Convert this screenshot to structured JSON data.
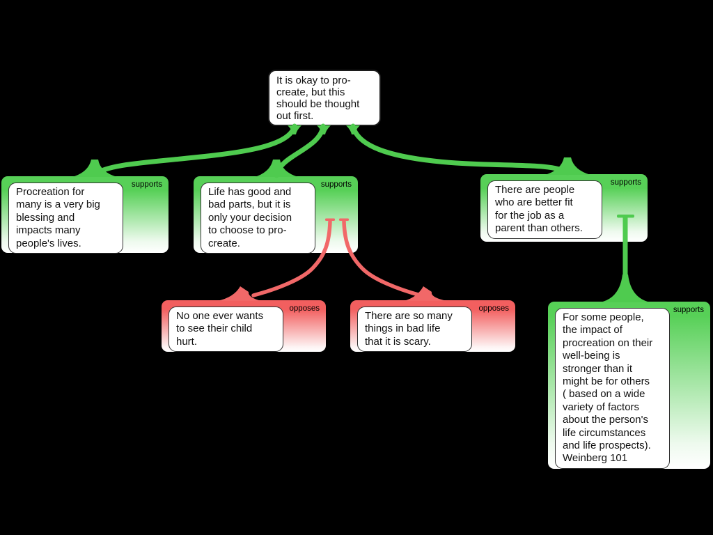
{
  "diagram": {
    "background_color": "#000000",
    "colors": {
      "support_green": "#57d057",
      "oppose_red": "#f25f5f",
      "support_connector": "#4fcb4f",
      "oppose_connector": "#f16868",
      "node_fill": "#ffffff",
      "text": "#111111"
    },
    "root": {
      "text": "It is okay to pro-\ncreate, but this\nshould be thought\nout first."
    },
    "nodes": {
      "s1": {
        "label": "supports",
        "text": "Procreation for\nmany is a very big\nblessing and\nimpacts many\npeople's lives."
      },
      "s2": {
        "label": "supports",
        "text": "Life has good and\nbad parts, but it is\nonly your decision\nto choose to pro-\ncreate."
      },
      "s3": {
        "label": "supports",
        "text": "There are people\nwho are better fit\nfor the job as a\nparent than others."
      },
      "o1": {
        "label": "opposes",
        "text": "No one ever wants\nto see their child\nhurt."
      },
      "o2": {
        "label": "opposes",
        "text": "There are so many\nthings in bad life\nthat it is scary."
      },
      "s4": {
        "label": "supports",
        "text": "For some people,\nthe impact of\nprocreation on their\nwell-being is\nstronger than it\nmight be for others\n( based on a wide\nvariety of factors\nabout the person's\nlife circumstances\nand life prospects).\nWeinberg 101"
      }
    }
  }
}
